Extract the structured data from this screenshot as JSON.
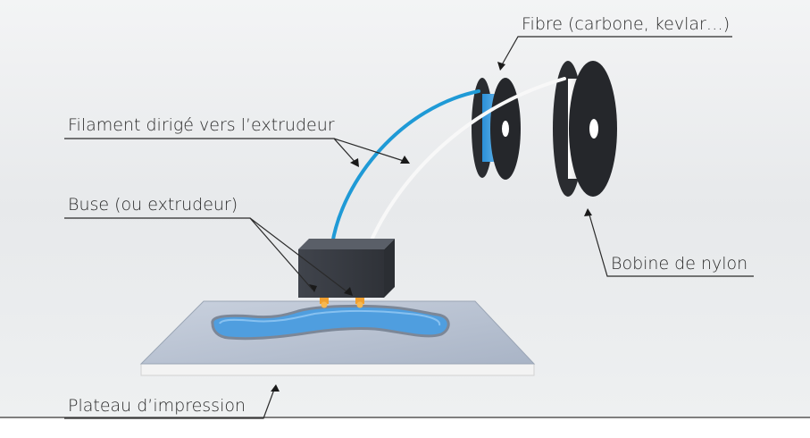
{
  "labels": {
    "fibre": "Fibre (carbone, kevlar…)",
    "filament": "Filament dirigé vers l’extrudeur",
    "buse": "Buse (ou extrudeur)",
    "bobine": "Bobine de nylon",
    "plateau": "Plateau d’impression"
  },
  "colors": {
    "fibre_filament": "#1f9ad6",
    "nylon_filament": "#f4f4f4",
    "extruder": "#3d4149",
    "nozzle": "#f0a030",
    "plate_top": "#b8c2d2",
    "plate_side": "#f2f2f2",
    "part": "#4d9fe0",
    "spool": "#26282c"
  }
}
